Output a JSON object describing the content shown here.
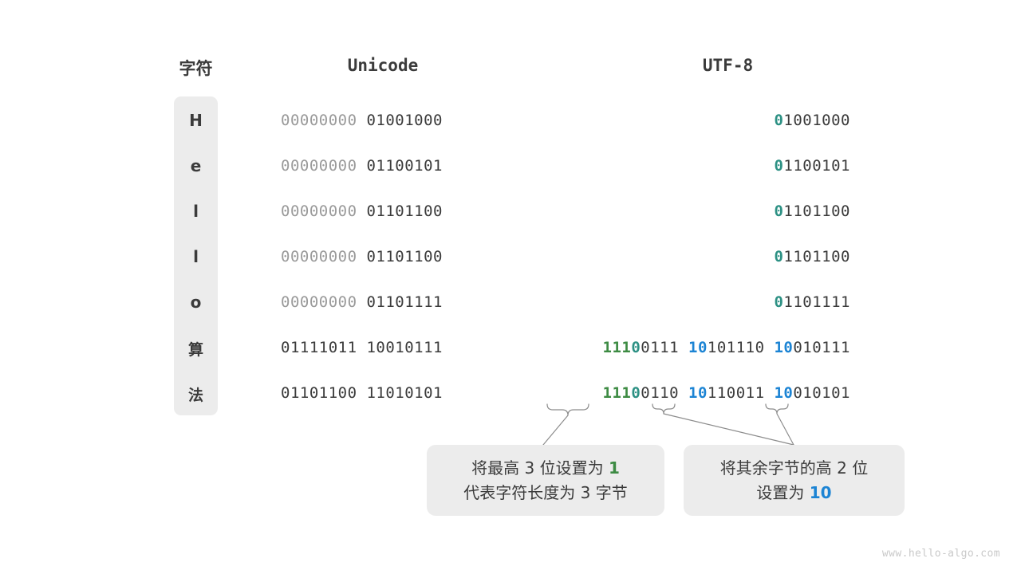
{
  "headers": {
    "character": "字符",
    "unicode": "Unicode",
    "utf8": "UTF-8"
  },
  "rows": [
    {
      "char": "H",
      "unicode_high": "00000000",
      "unicode_low": "01001000",
      "utf8_parts": [
        {
          "text": "0",
          "color": "teal"
        },
        {
          "text": "1001000",
          "color": "dark"
        }
      ]
    },
    {
      "char": "e",
      "unicode_high": "00000000",
      "unicode_low": "01100101",
      "utf8_parts": [
        {
          "text": "0",
          "color": "teal"
        },
        {
          "text": "1100101",
          "color": "dark"
        }
      ]
    },
    {
      "char": "l",
      "unicode_high": "00000000",
      "unicode_low": "01101100",
      "utf8_parts": [
        {
          "text": "0",
          "color": "teal"
        },
        {
          "text": "1101100",
          "color": "dark"
        }
      ]
    },
    {
      "char": "l",
      "unicode_high": "00000000",
      "unicode_low": "01101100",
      "utf8_parts": [
        {
          "text": "0",
          "color": "teal"
        },
        {
          "text": "1101100",
          "color": "dark"
        }
      ]
    },
    {
      "char": "o",
      "unicode_high": "00000000",
      "unicode_low": "01101111",
      "utf8_parts": [
        {
          "text": "0",
          "color": "teal"
        },
        {
          "text": "1101111",
          "color": "dark"
        }
      ]
    },
    {
      "char": "算",
      "unicode_high": "01111011",
      "unicode_low": "10010111",
      "utf8_parts": [
        {
          "text": "111",
          "color": "green"
        },
        {
          "text": "0",
          "color": "teal"
        },
        {
          "text": "0111 ",
          "color": "dark"
        },
        {
          "text": "10",
          "color": "blue"
        },
        {
          "text": "101110 ",
          "color": "dark"
        },
        {
          "text": "10",
          "color": "blue"
        },
        {
          "text": "010111",
          "color": "dark"
        }
      ]
    },
    {
      "char": "法",
      "unicode_high": "01101100",
      "unicode_low": "11010101",
      "utf8_parts": [
        {
          "text": "111",
          "color": "green"
        },
        {
          "text": "0",
          "color": "teal"
        },
        {
          "text": "0110 ",
          "color": "dark"
        },
        {
          "text": "10",
          "color": "blue"
        },
        {
          "text": "110011 ",
          "color": "dark"
        },
        {
          "text": "10",
          "color": "blue"
        },
        {
          "text": "010101",
          "color": "dark"
        }
      ]
    }
  ],
  "notes": [
    {
      "line1_pre": "将最高 3 位设置为 ",
      "line1_hl": "1",
      "line1_hl_color": "green",
      "line2": "代表字符长度为 3 字节"
    },
    {
      "line1": "将其余字节的高 2 位",
      "line2_pre": "设置为 ",
      "line2_hl": "10",
      "line2_hl_color": "blue"
    }
  ],
  "watermark": "www.hello-algo.com",
  "palette": {
    "teal": "#2d9184",
    "green": "#3d8b43",
    "blue": "#1c84d4",
    "dark": "#3b3b3b",
    "dim": "#9a9a9a",
    "panel": "#ececec",
    "background": "#ffffff"
  }
}
